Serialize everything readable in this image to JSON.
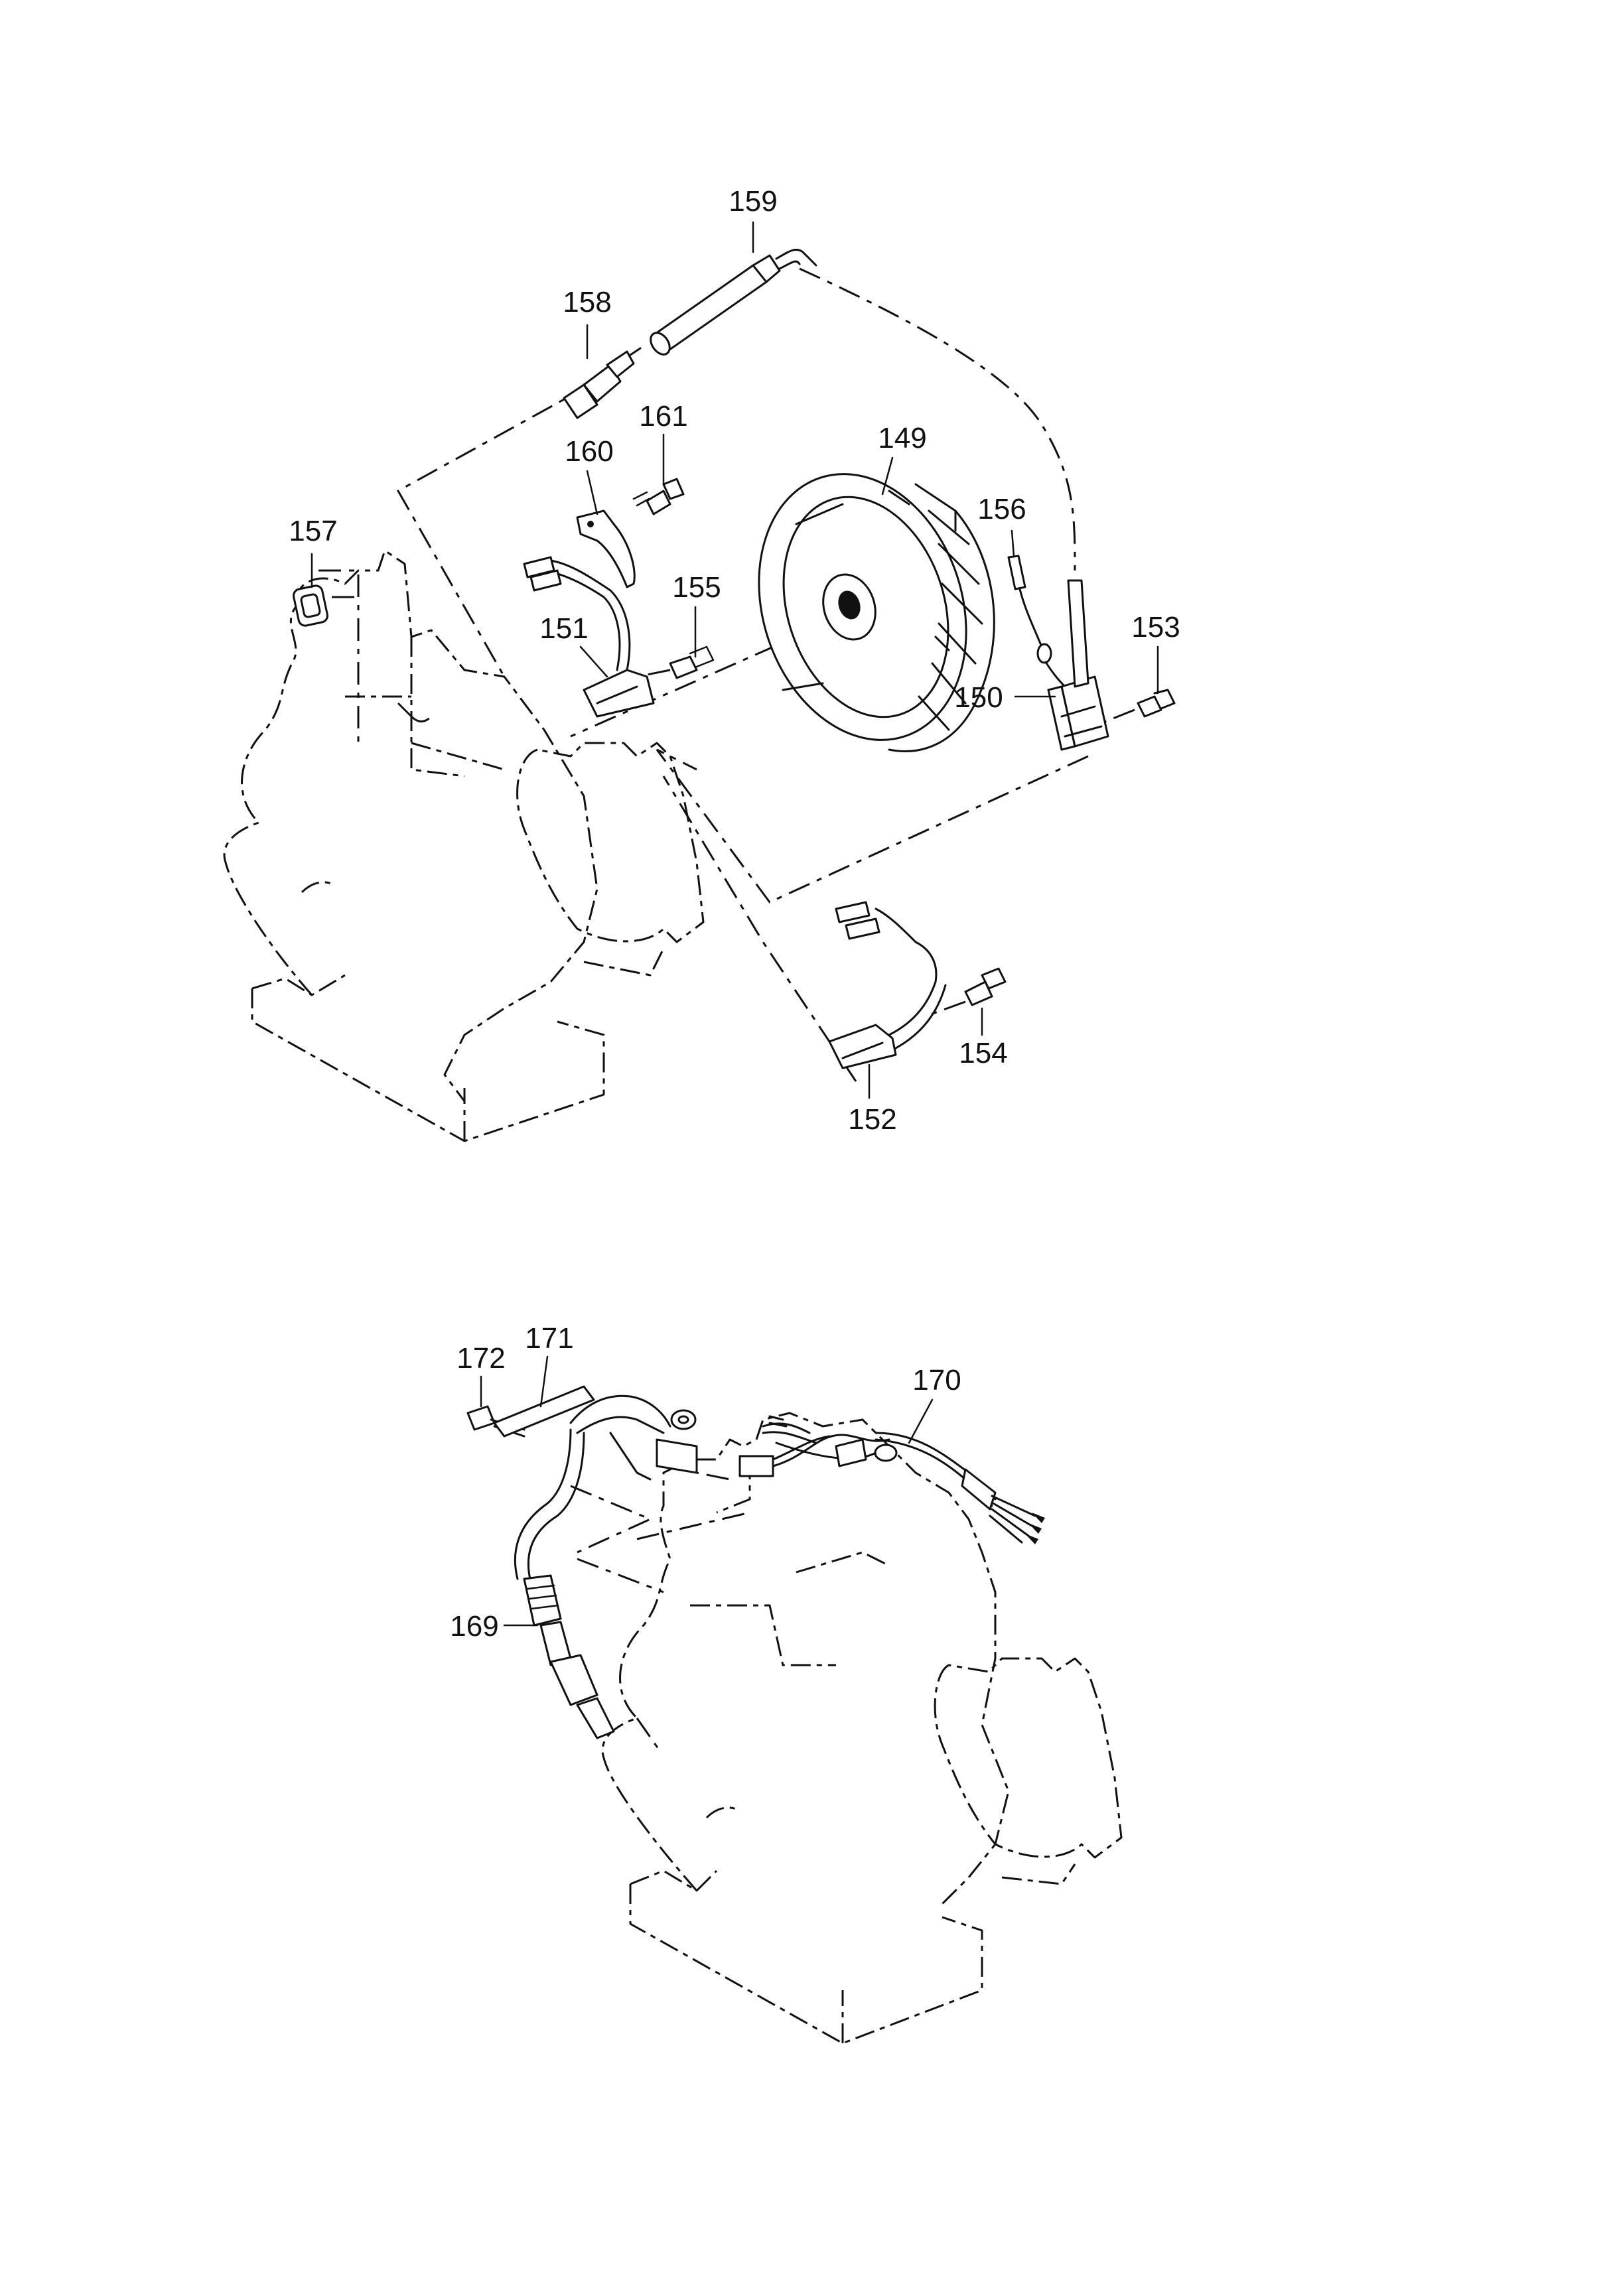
{
  "parts": [
    {
      "id": "p149",
      "label": "149"
    },
    {
      "id": "p150",
      "label": "150"
    },
    {
      "id": "p151",
      "label": "151"
    },
    {
      "id": "p152",
      "label": "152"
    },
    {
      "id": "p153",
      "label": "153"
    },
    {
      "id": "p154",
      "label": "154"
    },
    {
      "id": "p155",
      "label": "155"
    },
    {
      "id": "p156",
      "label": "156"
    },
    {
      "id": "p157",
      "label": "157"
    },
    {
      "id": "p158",
      "label": "158"
    },
    {
      "id": "p159",
      "label": "159"
    },
    {
      "id": "p160",
      "label": "160"
    },
    {
      "id": "p161",
      "label": "161"
    },
    {
      "id": "p169",
      "label": "169"
    },
    {
      "id": "p170",
      "label": "170"
    },
    {
      "id": "p171",
      "label": "171"
    },
    {
      "id": "p172",
      "label": "172"
    }
  ]
}
